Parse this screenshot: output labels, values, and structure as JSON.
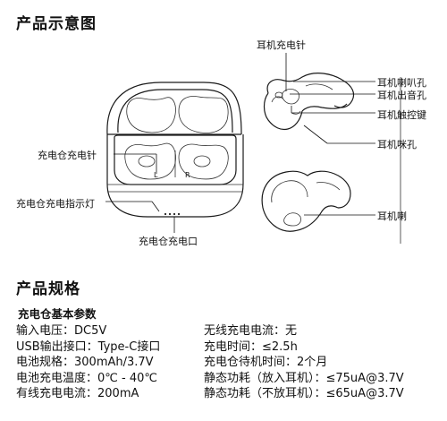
{
  "diagram": {
    "title": "产品示意图",
    "case_labels": {
      "charging_pins": "充电仓充电针",
      "indicator_light": "充电仓充电指示灯",
      "charging_port": "充电仓充电口",
      "logo_left": "L",
      "logo_right": "R"
    },
    "earbud_labels": {
      "charging_pins": "耳机充电针",
      "speaker_hole": "耳机喇叭孔",
      "sound_outlet": "耳机出音孔",
      "touch_key": "耳机触控键",
      "mic_hole": "耳机咪孔",
      "bottom_partial": "耳机喇"
    }
  },
  "specs": {
    "title": "产品规格",
    "section_title": "充电仓基本参数",
    "left": [
      "输入电压：DC5V",
      "USB输出接口：Type-C接口",
      "电池规格：300mAh/3.7V",
      "电池充电温度：0℃ - 40℃",
      "有线充电电流：200mA"
    ],
    "right": [
      "无线充电电流：无",
      "充电时间：≤2.5h",
      "充电仓待机时间：2个月",
      "静态功耗（放入耳机）：≤75uA@3.7V",
      "静态功耗（不放耳机）：≤65uA@3.7V"
    ]
  }
}
